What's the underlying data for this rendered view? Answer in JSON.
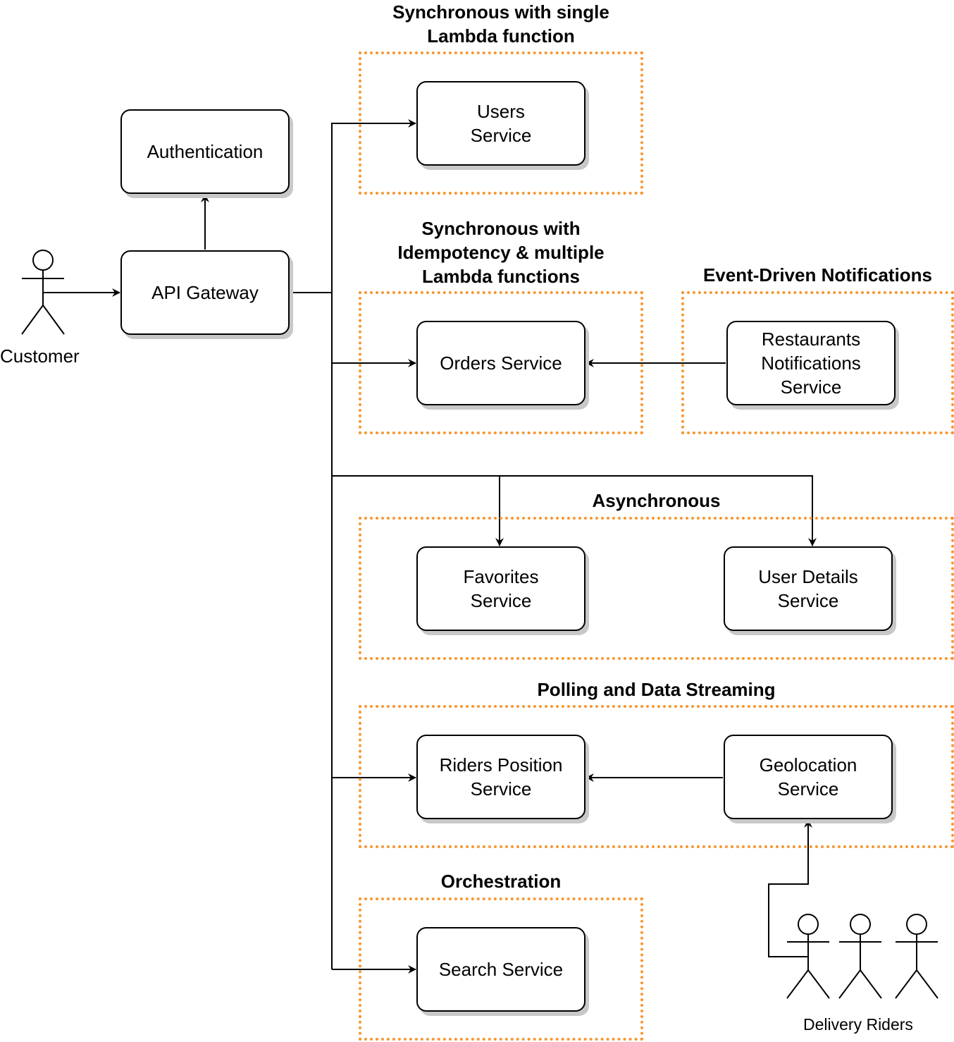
{
  "groups": {
    "sync_single": "Synchronous with single\nLambda function",
    "sync_idempotency": "Synchronous with\nIdempotency & multiple\nLambda functions",
    "event_driven": "Event-Driven Notifications",
    "asynchronous": "Asynchronous",
    "polling": "Polling and Data Streaming",
    "orchestration": "Orchestration"
  },
  "nodes": {
    "authentication": "Authentication",
    "api_gateway": "API Gateway",
    "users_service": "Users\nService",
    "orders_service": "Orders Service",
    "restaurants_notifications": "Restaurants\nNotifications\nService",
    "favorites_service": "Favorites\nService",
    "user_details_service": "User Details\nService",
    "riders_position_service": "Riders Position\nService",
    "geolocation_service": "Geolocation\nService",
    "search_service": "Search Service"
  },
  "actors": {
    "customer": "Customer",
    "delivery_riders": "Delivery Riders"
  },
  "colors": {
    "group_border": "#f7962f",
    "node_shadow": "#c8c8c8"
  }
}
